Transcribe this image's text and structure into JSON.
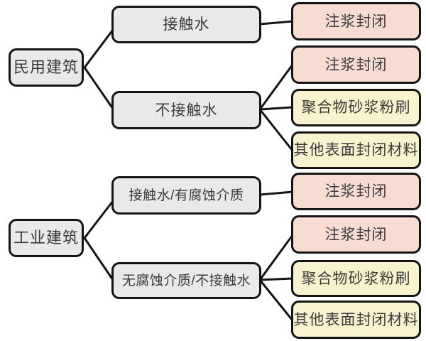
{
  "colors": {
    "background": "#ffffff",
    "node_border": "#141414",
    "line": "#141414",
    "text": "#3a3a3a",
    "grey_fill": "#e9e9e9",
    "pink_fill": "#f8dcd1",
    "yellow_fill": "#f9f2cf"
  },
  "trees": [
    {
      "root": "民用建筑",
      "branches": [
        {
          "condition": "接触水",
          "treatments": [
            {
              "label": "注浆封闭",
              "color": "pink"
            }
          ]
        },
        {
          "condition": "不接触水",
          "treatments": [
            {
              "label": "注浆封闭",
              "color": "pink"
            },
            {
              "label": "聚合物砂浆粉刷",
              "color": "yellow"
            },
            {
              "label": "其他表面封闭材料",
              "color": "yellow"
            }
          ]
        }
      ]
    },
    {
      "root": "工业建筑",
      "branches": [
        {
          "condition": "接触水/有腐蚀介质",
          "treatments": [
            {
              "label": "注浆封闭",
              "color": "pink"
            }
          ]
        },
        {
          "condition": "无腐蚀介质/不接触水",
          "treatments": [
            {
              "label": "注浆封闭",
              "color": "pink"
            },
            {
              "label": "聚合物砂浆粉刷",
              "color": "yellow"
            },
            {
              "label": "其他表面封闭材料",
              "color": "yellow"
            }
          ]
        }
      ]
    }
  ]
}
